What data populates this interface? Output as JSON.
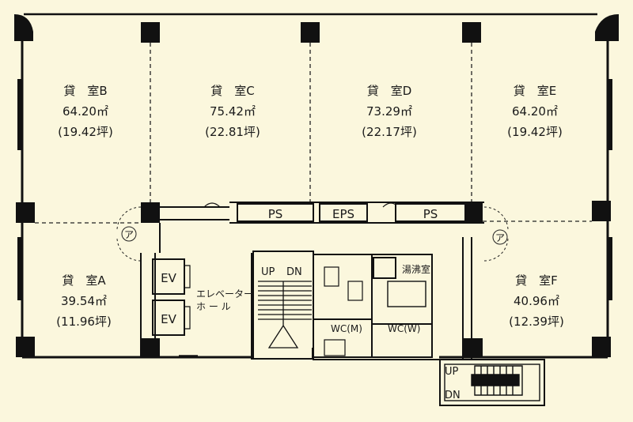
{
  "rooms": [
    {
      "id": "b",
      "name": "貸　室B",
      "area": "64.20㎡",
      "tsubo": "(19.42坪)"
    },
    {
      "id": "c",
      "name": "貸　室C",
      "area": "75.42㎡",
      "tsubo": "(22.81坪)"
    },
    {
      "id": "d",
      "name": "貸　室D",
      "area": "73.29㎡",
      "tsubo": "(22.17坪)"
    },
    {
      "id": "e",
      "name": "貸　室E",
      "area": "64.20㎡",
      "tsubo": "(19.42坪)"
    },
    {
      "id": "a",
      "name": "貸　室A",
      "area": "39.54㎡",
      "tsubo": "(11.96坪)"
    },
    {
      "id": "f",
      "name": "貸　室F",
      "area": "40.96㎡",
      "tsubo": "(12.39坪)"
    }
  ],
  "shafts": {
    "ps_left": "PS",
    "eps": "EPS",
    "ps_right": "PS"
  },
  "elevators": {
    "ev1": "EV",
    "ev2": "EV",
    "hall_line1": "エレベーター",
    "hall_line2": "ホ ー ル"
  },
  "stairs_main": {
    "up": "UP",
    "dn": "DN"
  },
  "stairs_ext": {
    "up": "UP",
    "dn": "DN"
  },
  "wc": {
    "men": "WC(M)",
    "women": "WC(W)",
    "kitchenette": "湯沸室"
  },
  "marks": {
    "door_mark_left": "ア",
    "door_mark_right": "ア"
  }
}
